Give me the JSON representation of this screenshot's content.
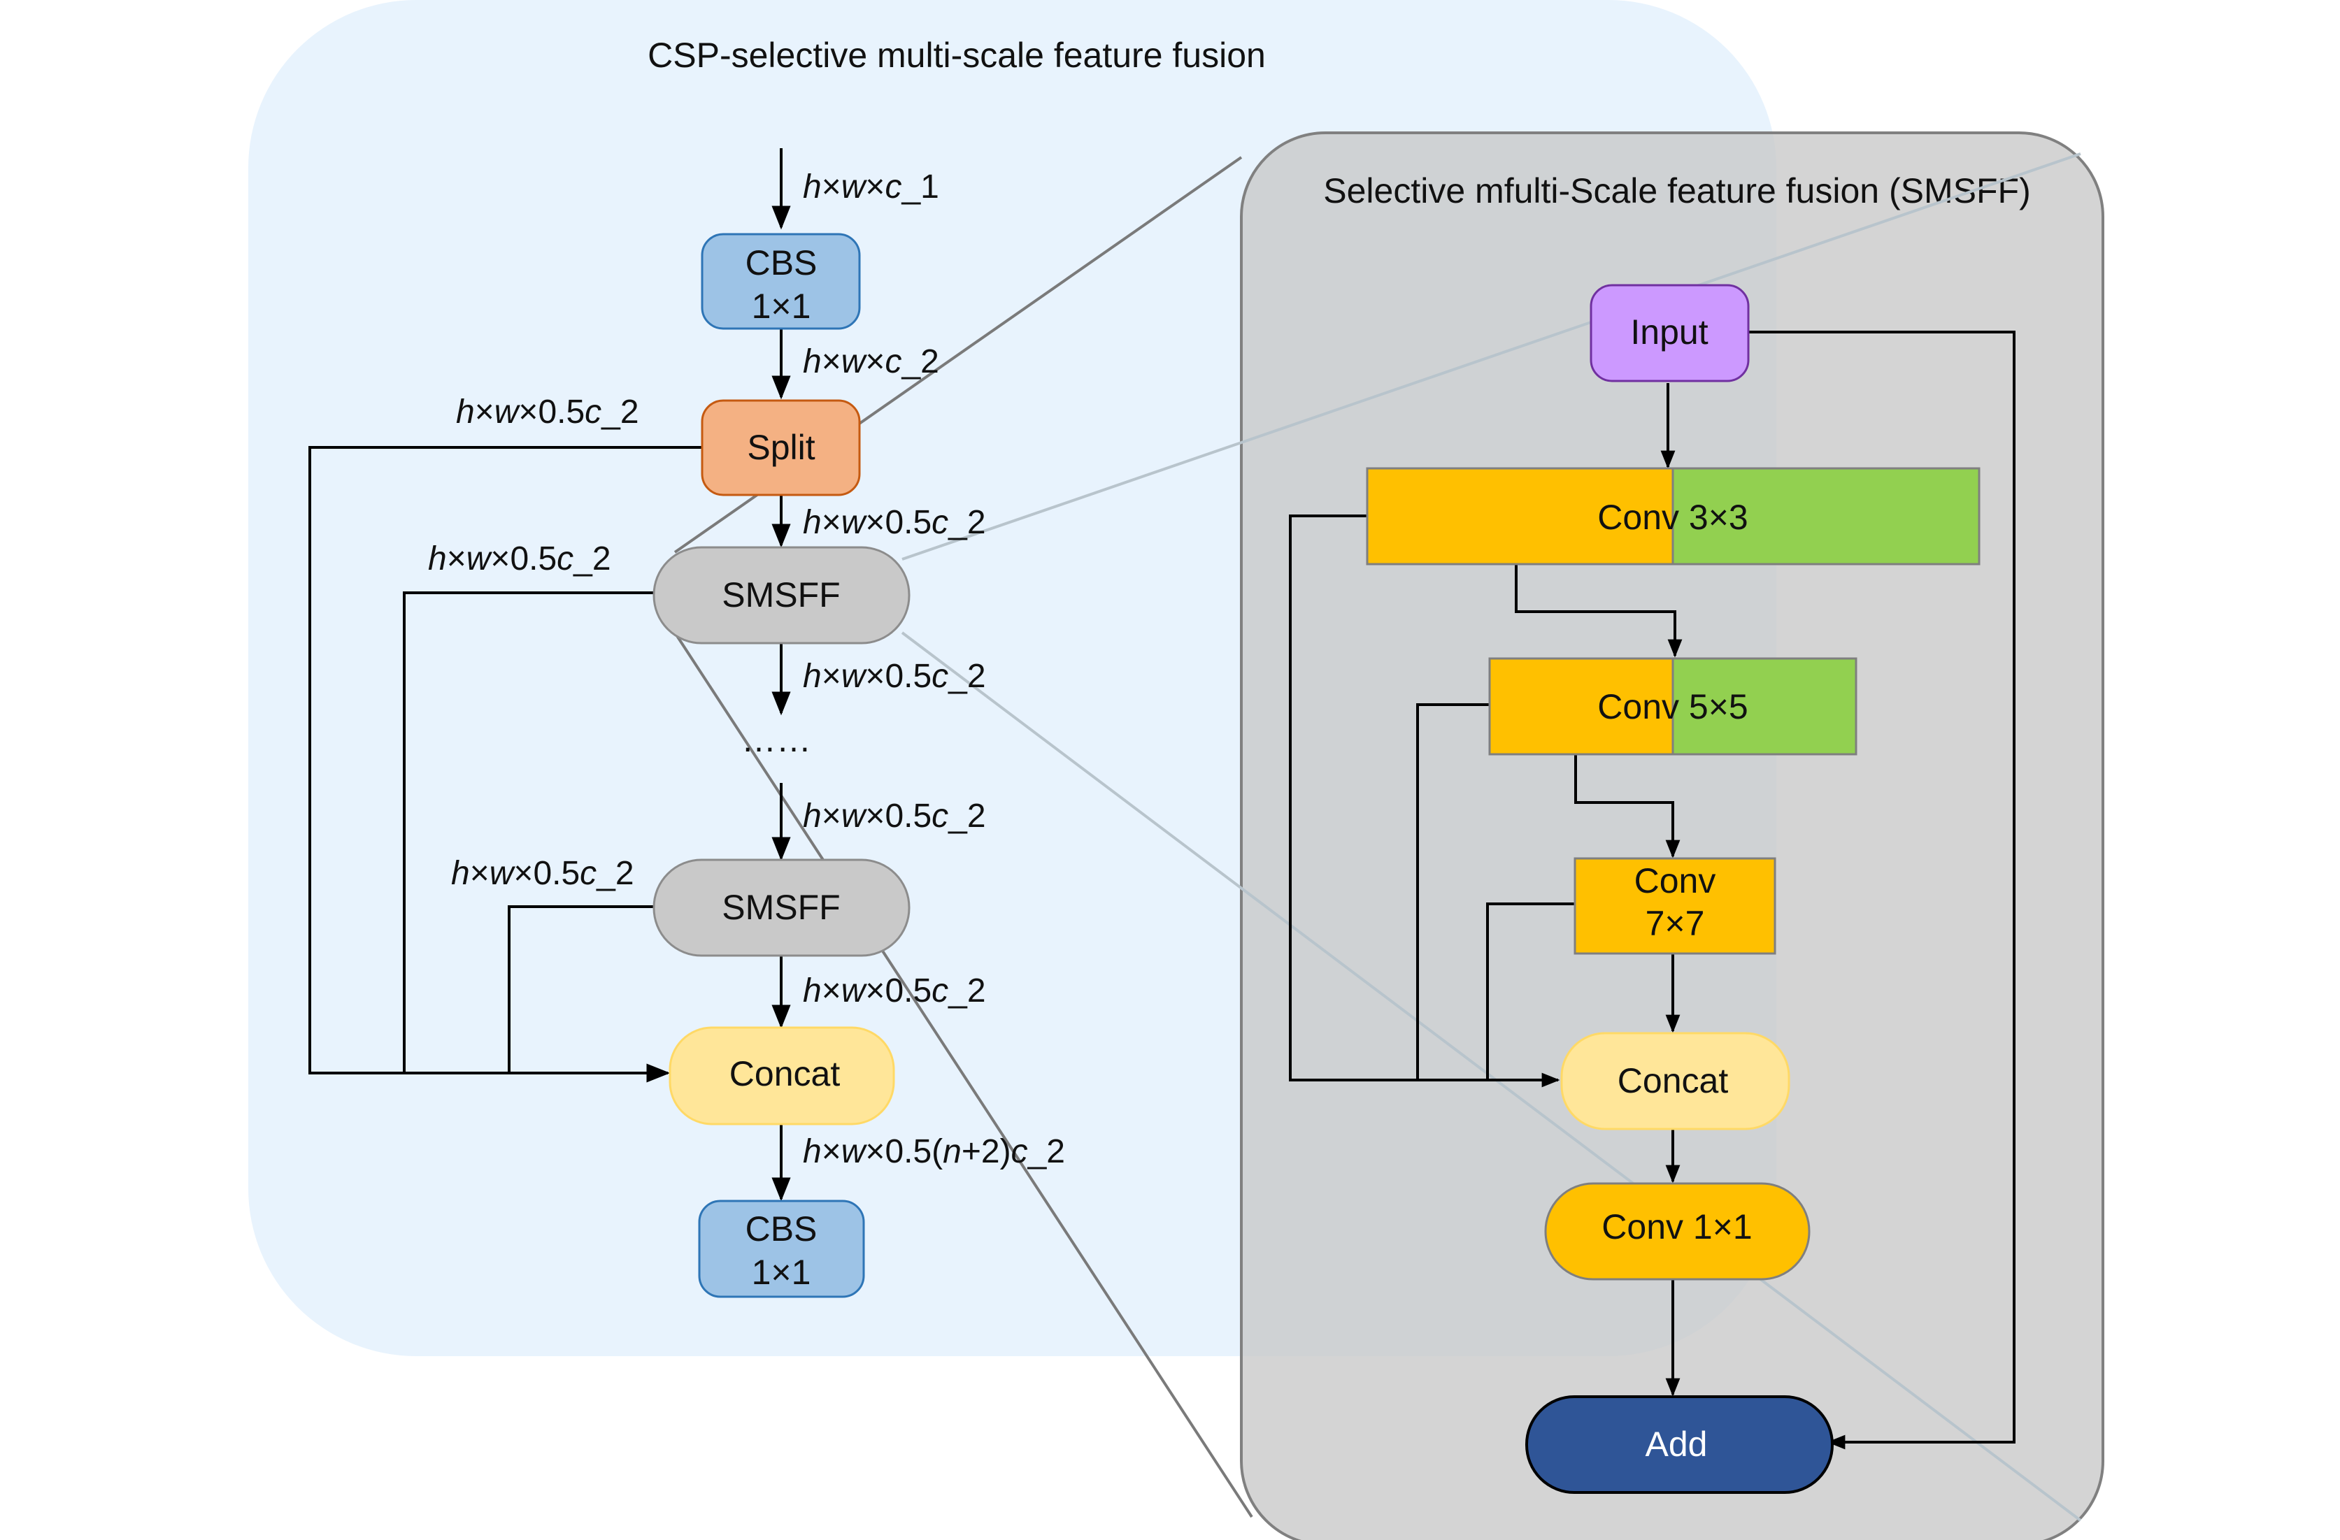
{
  "csp_panel": {
    "title": "CSP-selective multi-scale feature fusion"
  },
  "smsff_panel": {
    "title": "Selective mfulti-Scale feature fusion (SMSFF)"
  },
  "left_nodes": {
    "cbs_top": {
      "line1": "CBS",
      "line2": "1×1"
    },
    "split": "Split",
    "smsff_1": "SMSFF",
    "ellipsis": "……",
    "smsff_2": "SMSFF",
    "concat": "Concat",
    "cbs_bottom": {
      "line1": "CBS",
      "line2": "1×1"
    }
  },
  "dim_labels": {
    "input": [
      "h",
      "×",
      "w",
      "×",
      "c",
      "_1"
    ],
    "after_cbs": [
      "h",
      "×",
      "w",
      "×",
      "c",
      "_2"
    ],
    "split_side": [
      "h",
      "×",
      "w",
      "×0.5",
      "c",
      "_2"
    ],
    "after_split": [
      "h",
      "×",
      "w",
      "×0.5",
      "c",
      "_2"
    ],
    "smsff1_side": [
      "h",
      "×",
      "w",
      "×0.5",
      "c",
      "_2"
    ],
    "after_smsff1": [
      "h",
      "×",
      "w",
      "×0.5",
      "c",
      "_2"
    ],
    "before_smsff2": [
      "h",
      "×",
      "w",
      "×0.5",
      "c",
      "_2"
    ],
    "smsff2_side": [
      "h",
      "×",
      "w",
      "×0.5",
      "c",
      "_2"
    ],
    "after_smsff2": [
      "h",
      "×",
      "w",
      "×0.5",
      "c",
      "_2"
    ],
    "after_concat": [
      "h",
      "×",
      "w",
      "×0.5(",
      "n",
      "+2)",
      "c",
      "_2"
    ]
  },
  "right_nodes": {
    "input": "Input",
    "conv3": "Conv 3×3",
    "conv5": "Conv 5×5",
    "conv7": {
      "line1": "Conv",
      "line2": "7×7"
    },
    "concat": "Concat",
    "conv1": "Conv 1×1",
    "add": "Add"
  },
  "colors": {
    "csp_bg": "#e8f3fd",
    "smsff_bg": "#d4d4d4",
    "cbs": "#9dc3e6",
    "split": "#f4b183",
    "smsff_node": "#c9c9c9",
    "concat": "#ffe699",
    "input": "#cc99ff",
    "conv_orange": "#ffc000",
    "conv_green": "#92d050",
    "add": "#2f5597"
  }
}
